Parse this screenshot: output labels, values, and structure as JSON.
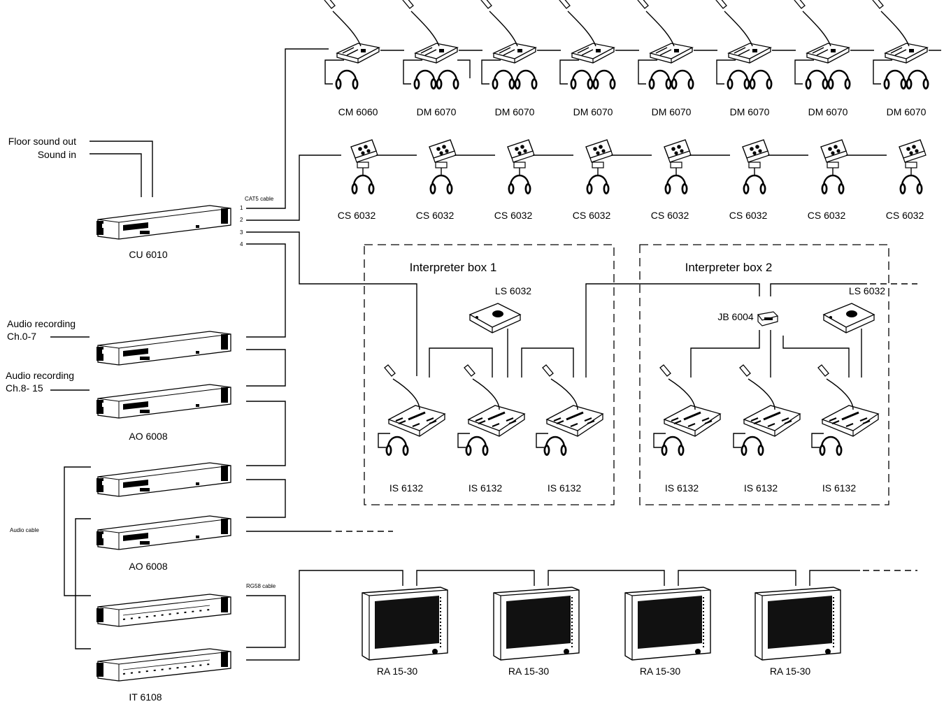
{
  "labels": {
    "floor_sound_out": "Floor sound out",
    "sound_in": "Sound in",
    "audio_rec_1a": "Audio recording",
    "audio_rec_1b": "Ch.0-7",
    "audio_rec_2a": "Audio recording",
    "audio_rec_2b": "Ch.8- 15",
    "audio_cable": "Audio cable",
    "cat5_cable": "CAT5 cable",
    "rg58_cable": "RG58 cable",
    "ports": [
      "1",
      "2",
      "3",
      "4"
    ],
    "cu": "CU 6010",
    "ao1": "AO 6008",
    "ao2": "AO 6008",
    "it": "IT 6108",
    "cm": "CM 6060",
    "dm": "DM 6070",
    "cs": "CS 6032",
    "is": "IS 6132",
    "ls": "LS 6032",
    "jb": "JB 6004",
    "ra": "RA 15-30",
    "box1": "Interpreter box 1",
    "box2": "Interpreter box 2"
  }
}
